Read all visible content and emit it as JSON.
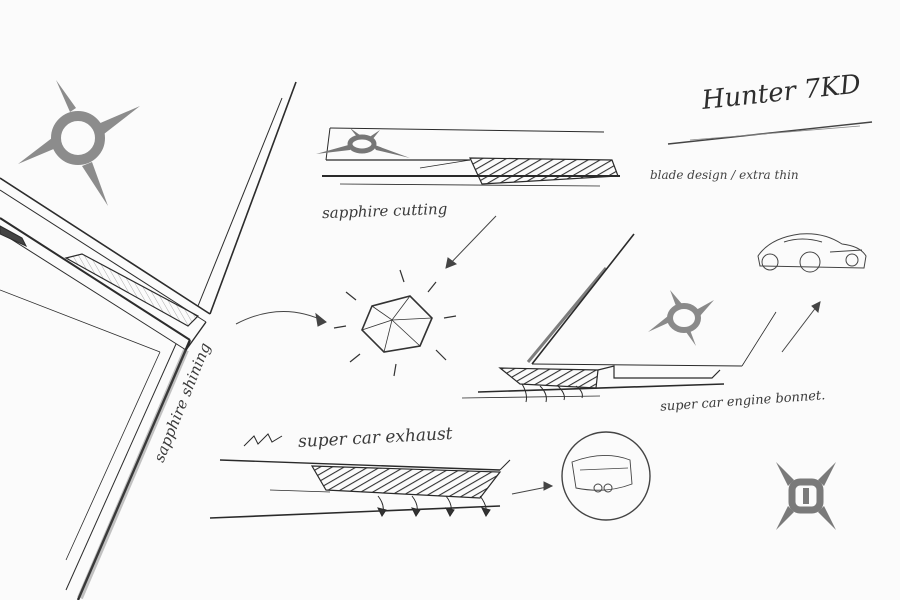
{
  "title": "Hunter 7KD",
  "annotations": {
    "sapphire_cutting": "sapphire cutting",
    "blade_design": "blade design / extra thin",
    "sapphire_shining": "sapphire shining",
    "bonnet": "super car engine bonnet.",
    "exhaust": "super car exhaust"
  },
  "colors": {
    "ink": "#2a2a2a",
    "shade": "#777777",
    "logo": "#8a8a8a",
    "paper": "#fbfbfb"
  },
  "icons": [
    "logo-emblem-icon",
    "sapphire-gem-icon",
    "supercar-sketch-icon",
    "exhaust-closeup-icon"
  ]
}
